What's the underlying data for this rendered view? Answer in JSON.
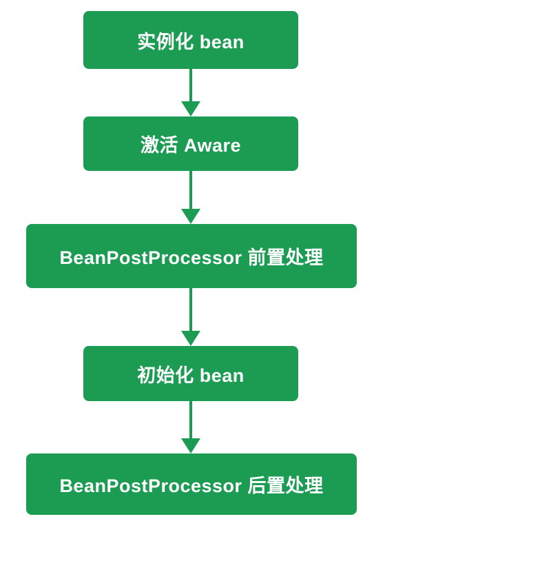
{
  "flowchart": {
    "steps": [
      {
        "label": "实例化 bean"
      },
      {
        "label": "激活 Aware"
      },
      {
        "label": "BeanPostProcessor 前置处理"
      },
      {
        "label": "初始化 bean"
      },
      {
        "label": "BeanPostProcessor 后置处理"
      }
    ],
    "colors": {
      "node_fill": "#1c9b53",
      "node_text": "#ffffff",
      "arrow": "#1c9b53",
      "background": "#ffffff"
    }
  }
}
